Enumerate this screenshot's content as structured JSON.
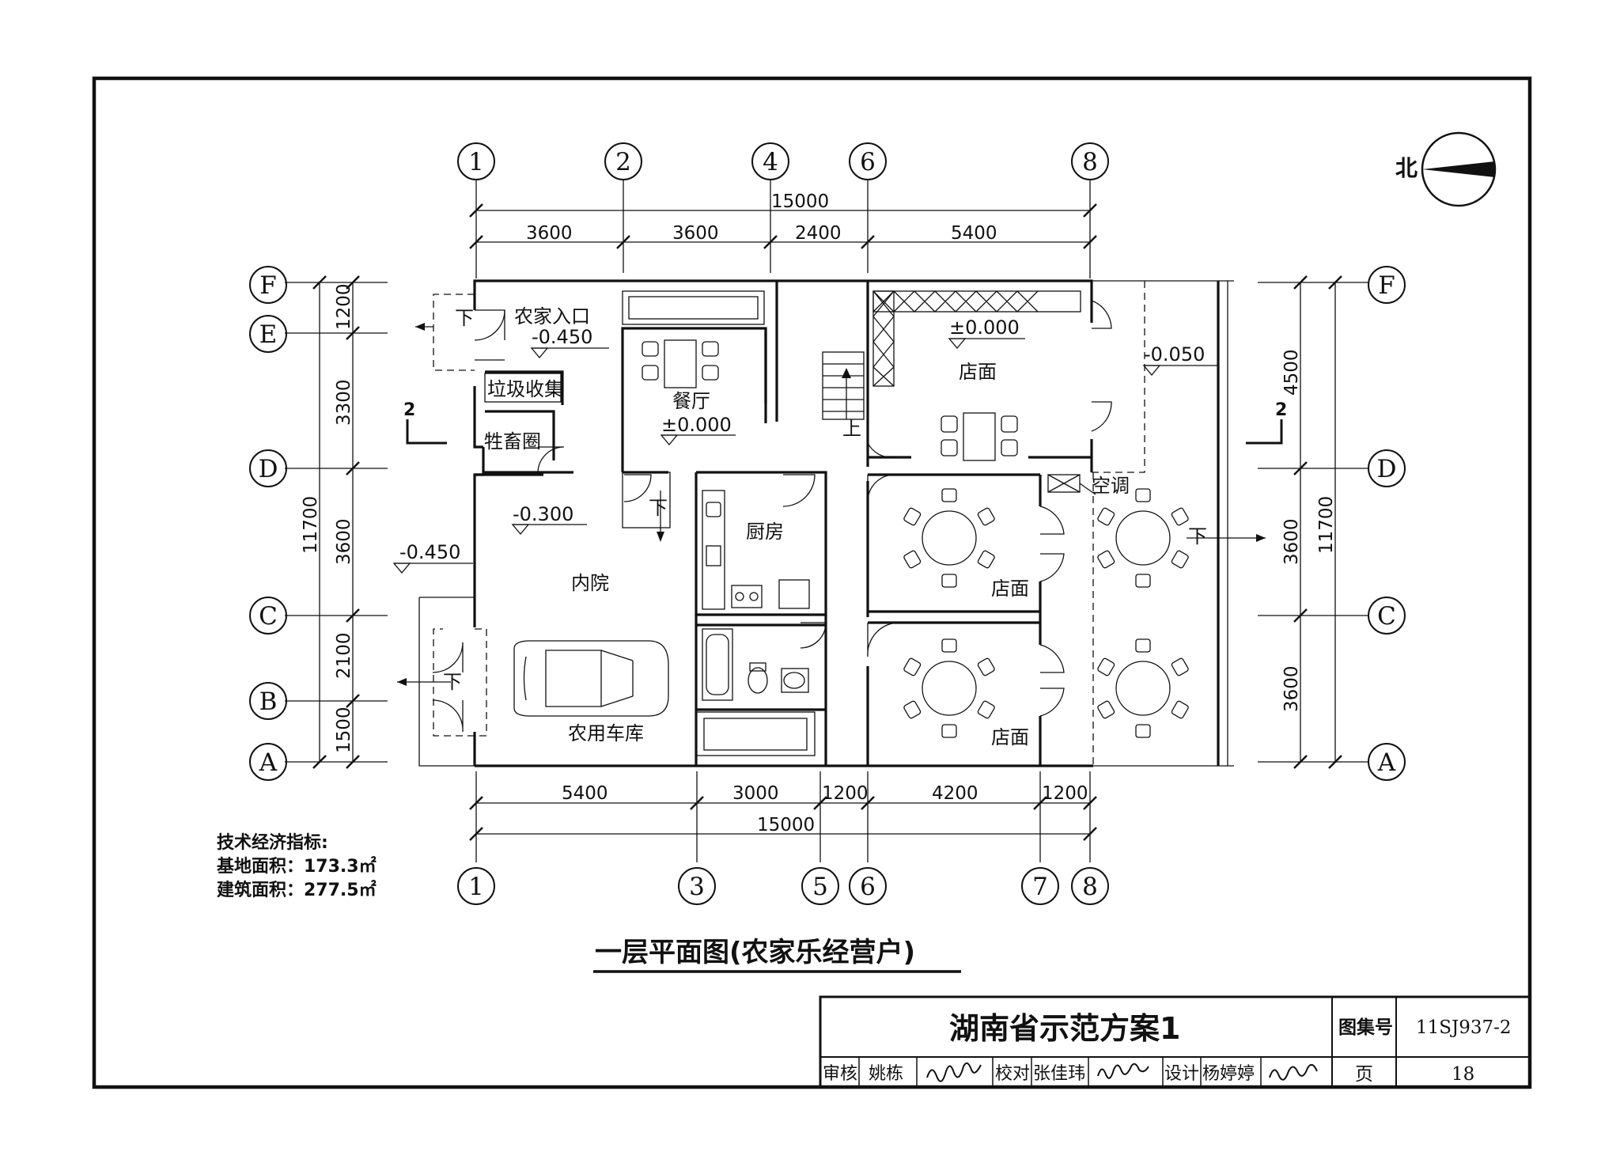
{
  "compass": {
    "label": "北"
  },
  "axes": {
    "top": [
      "1",
      "2",
      "4",
      "6",
      "8"
    ],
    "bottom": [
      "1",
      "3",
      "5",
      "6",
      "7",
      "8"
    ],
    "left": [
      "F",
      "E",
      "D",
      "C",
      "B",
      "A"
    ],
    "right": [
      "F",
      "D",
      "C",
      "A"
    ]
  },
  "dimensions": {
    "top_total": "15000",
    "top": [
      "3600",
      "3600",
      "2400",
      "5400"
    ],
    "bottom": [
      "5400",
      "3000",
      "1200",
      "4200",
      "1200"
    ],
    "bottom_total": "15000",
    "left": [
      "1200",
      "3300",
      "3600",
      "2100",
      "1500"
    ],
    "left_total": "11700",
    "right": [
      "4500",
      "3600",
      "3600"
    ],
    "right_total": "11700"
  },
  "rooms": {
    "entrance": "农家入口",
    "trash": "垃圾收集",
    "livestock": "牲畜圈",
    "dining": "餐厅",
    "shop_top": "店面",
    "courtyard": "内院",
    "kitchen": "厨房",
    "shop_mid": "店面",
    "shop_bottom": "店面",
    "garage": "农用车库",
    "ac": "空调"
  },
  "levels": {
    "entrance": "-0.450",
    "dining": "±0.000",
    "shop": "±0.000",
    "terrace": "-0.050",
    "courtyard": "-0.300",
    "outside_left": "-0.450"
  },
  "markers": {
    "down": "下",
    "up": "上",
    "section": "2"
  },
  "indicators": {
    "title": "技术经济指标:",
    "site": "基地面积：173.3㎡",
    "building": "建筑面积：277.5㎡"
  },
  "drawing_title": "一层平面图(农家乐经营户)",
  "title_block": {
    "project": "湖南省示范方案1",
    "atlas_label": "图集号",
    "atlas_no": "11SJ937-2",
    "page_label": "页",
    "page_no": "18",
    "review_label": "审核",
    "reviewer": "姚栋",
    "check_label": "校对",
    "checker": "张佳玮",
    "design_label": "设计",
    "designer": "杨婷婷"
  }
}
